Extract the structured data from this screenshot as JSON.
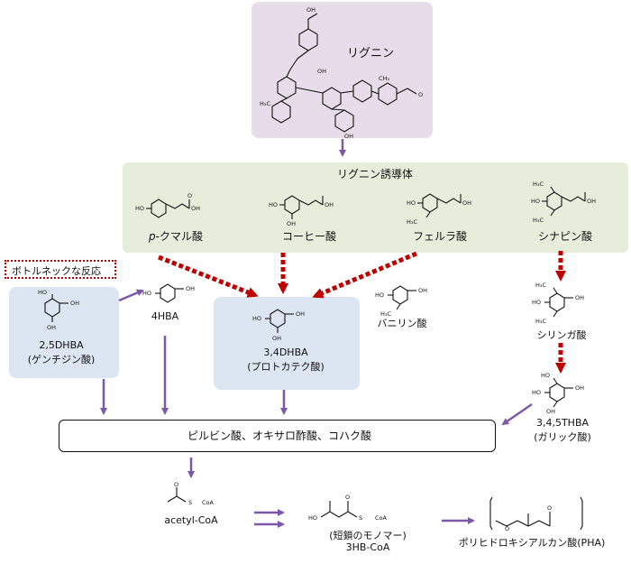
{
  "lignin": {
    "label": "リグニン"
  },
  "derivatives": {
    "title": "リグニン誘導体",
    "items": [
      {
        "prefix": "p",
        "name": "-クマル酸"
      },
      {
        "prefix": "",
        "name": "コーヒー酸"
      },
      {
        "prefix": "",
        "name": "フェルラ酸"
      },
      {
        "prefix": "",
        "name": "シナピン酸"
      }
    ]
  },
  "bottleneck": {
    "label": "ボトルネックな反応"
  },
  "intermediates": {
    "dhba25_code": "2,5DHBA",
    "dhba25_name": "(ゲンチジン酸)",
    "hba4": "4HBA",
    "dhba34_code": "3,4DHBA",
    "dhba34_name": "(プロトカテク酸)",
    "vanillin": "バニリン酸",
    "syringic": "シリンガ酸",
    "thba_code": "3,4,5THBA",
    "thba_name": "(ガリック酸)"
  },
  "tca": {
    "label": "ピルビン酸、オキサロ酢酸、コハク酸"
  },
  "products": {
    "acetyl": "acetyl-CoA",
    "monomer_name": "(短鎖のモノマー)",
    "monomer_code": "3HB-CoA",
    "pha": "ポリヒドロキシアルカン酸(PHA)"
  },
  "atoms": {
    "s": "S",
    "coa": "CoA",
    "ho": "HO",
    "oh": "OH",
    "o": "O",
    "h3co": "H₃C",
    "ch3": "CH₃",
    "ome": "O"
  },
  "colors": {
    "arrow_purple": "#7e57a8",
    "arrow_red": "#c00000",
    "lignin_bg": "#e7ddea",
    "derivative_bg": "#e6eedb",
    "highlight_bg": "#dbe6f2"
  }
}
